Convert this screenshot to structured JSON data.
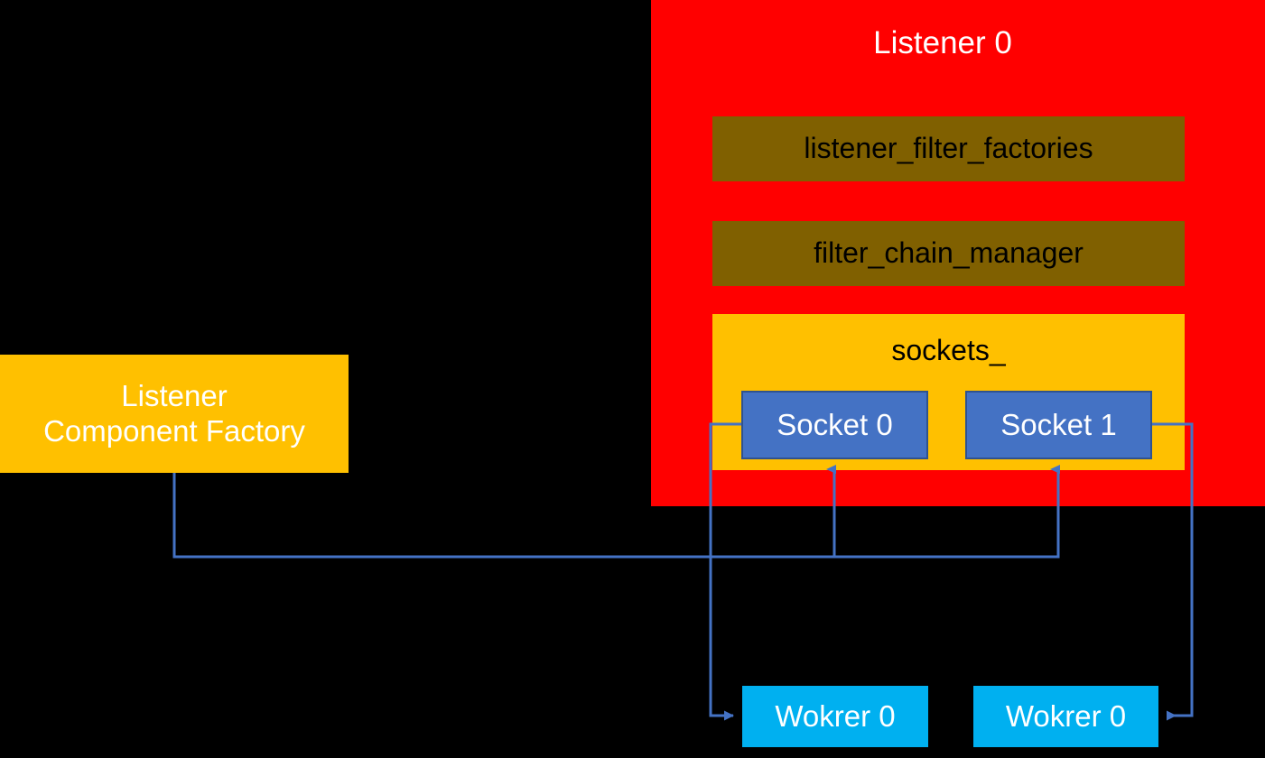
{
  "diagram": {
    "title": "Envoy Listener / Socket / Worker relationship",
    "background_color": "#000000",
    "listener": {
      "label": "Listener 0",
      "fill": "#FF0000",
      "text_color": "#FFFFFF",
      "members": [
        {
          "label": "listener_filter_factories",
          "fill": "#806000",
          "text_color": "#000000"
        },
        {
          "label": "filter_chain_manager",
          "fill": "#806000",
          "text_color": "#000000"
        }
      ],
      "sockets_group": {
        "label": "sockets_",
        "fill": "#FFC000",
        "text_color": "#000000",
        "sockets": [
          {
            "label": "Socket 0",
            "fill": "#4472C4",
            "border": "#2F528F",
            "text_color": "#FFFFFF"
          },
          {
            "label": "Socket 1",
            "fill": "#4472C4",
            "border": "#2F528F",
            "text_color": "#FFFFFF"
          }
        ]
      }
    },
    "factory": {
      "label": "Listener\nComponent Factory",
      "fill": "#FFC000",
      "text_color": "#FFFFFF"
    },
    "workers": [
      {
        "label": "Wokrer 0",
        "fill": "#00B0F0",
        "text_color": "#FFFFFF"
      },
      {
        "label": "Wokrer 0",
        "fill": "#00B0F0",
        "text_color": "#FFFFFF"
      }
    ],
    "connector_color": "#4472C4"
  }
}
